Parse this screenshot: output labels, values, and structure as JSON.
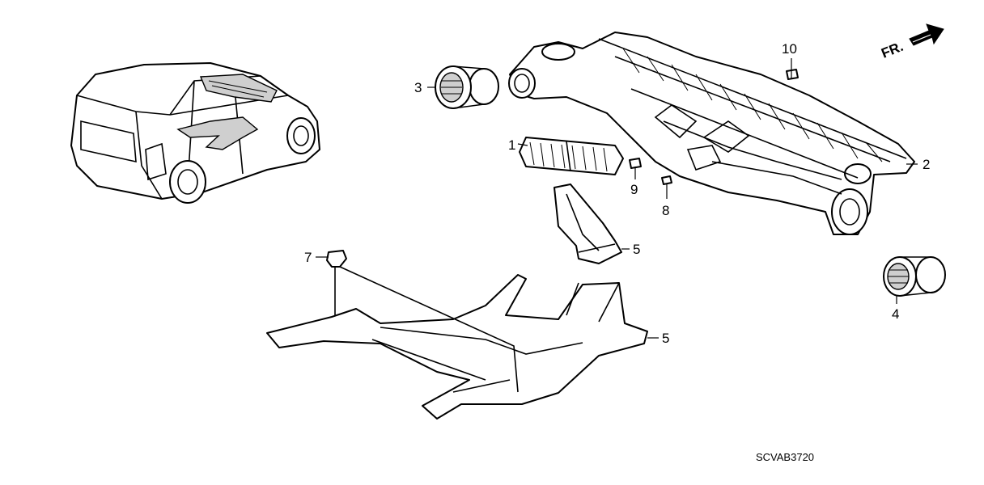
{
  "diagram": {
    "direction_indicator": "FR.",
    "drawing_code": "SCVAB3720",
    "callouts": [
      {
        "id": "c1",
        "label": "1"
      },
      {
        "id": "c2",
        "label": "2"
      },
      {
        "id": "c3",
        "label": "3"
      },
      {
        "id": "c4",
        "label": "4"
      },
      {
        "id": "c5a",
        "label": "5"
      },
      {
        "id": "c5b",
        "label": "5"
      },
      {
        "id": "c7",
        "label": "7"
      },
      {
        "id": "c8",
        "label": "8"
      },
      {
        "id": "c9",
        "label": "9"
      },
      {
        "id": "c10",
        "label": "10"
      }
    ]
  }
}
